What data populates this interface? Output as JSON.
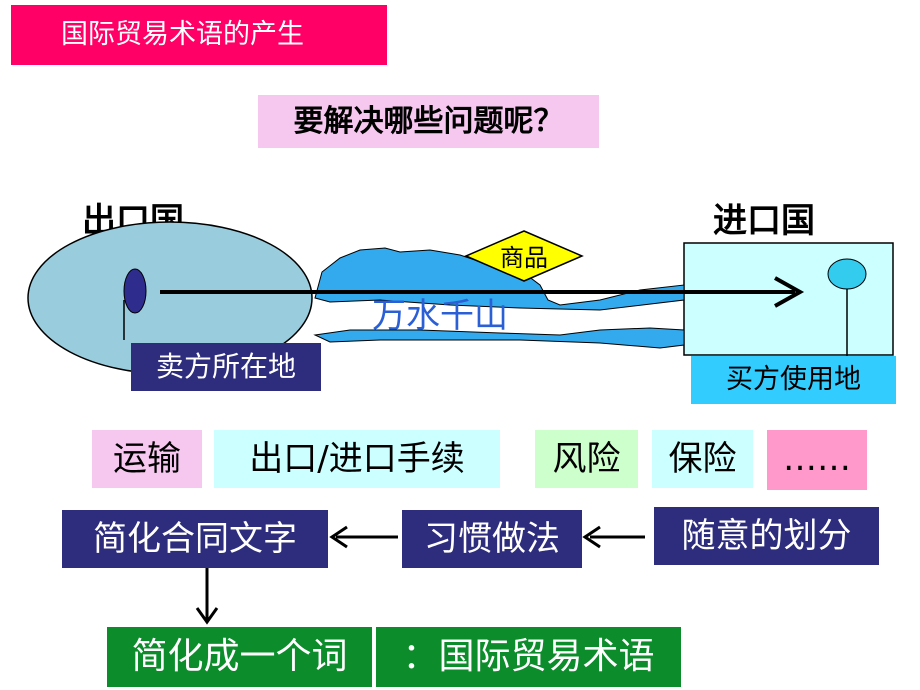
{
  "title": "国际贸易术语的产生",
  "question": "要解决哪些问题呢？",
  "export_country": "出口国",
  "import_country": "进口国",
  "goods": "商品",
  "terrain": "万水千山",
  "seller_location": "卖方所在地",
  "buyer_location": "买方使用地",
  "issues": [
    "运输",
    "出口/进口手续",
    "风险",
    "保险",
    "……"
  ],
  "flow": {
    "step1": "随意的划分",
    "step2": "习惯做法",
    "step3": "简化合同文字"
  },
  "result": {
    "left": "简化成一个词",
    "right": "：国际贸易术语"
  }
}
